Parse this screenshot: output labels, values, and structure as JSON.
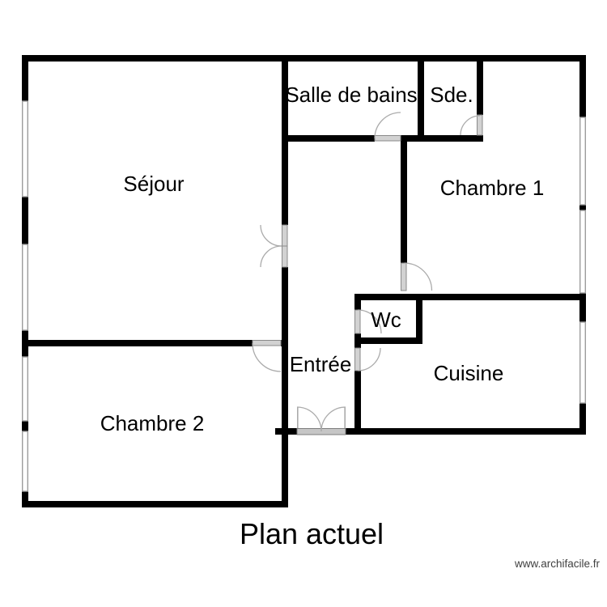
{
  "plan": {
    "title": "Plan actuel",
    "watermark": "www.archifacile.fr",
    "rooms": {
      "sejour": "Séjour",
      "salle_de_bains": "Salle de bains",
      "sde": "Sde.",
      "chambre1": "Chambre 1",
      "chambre2": "Chambre 2",
      "entree": "Entrée",
      "wc": "Wc",
      "cuisine": "Cuisine"
    },
    "colors": {
      "wall": "#000000",
      "background": "#ffffff",
      "door_leaf": "#d2d2d2",
      "door_swing_arc": "#ababab",
      "window_frame": "#9c9c9c",
      "label_text": "#000000",
      "watermark_text": "#3f3f3f"
    }
  }
}
